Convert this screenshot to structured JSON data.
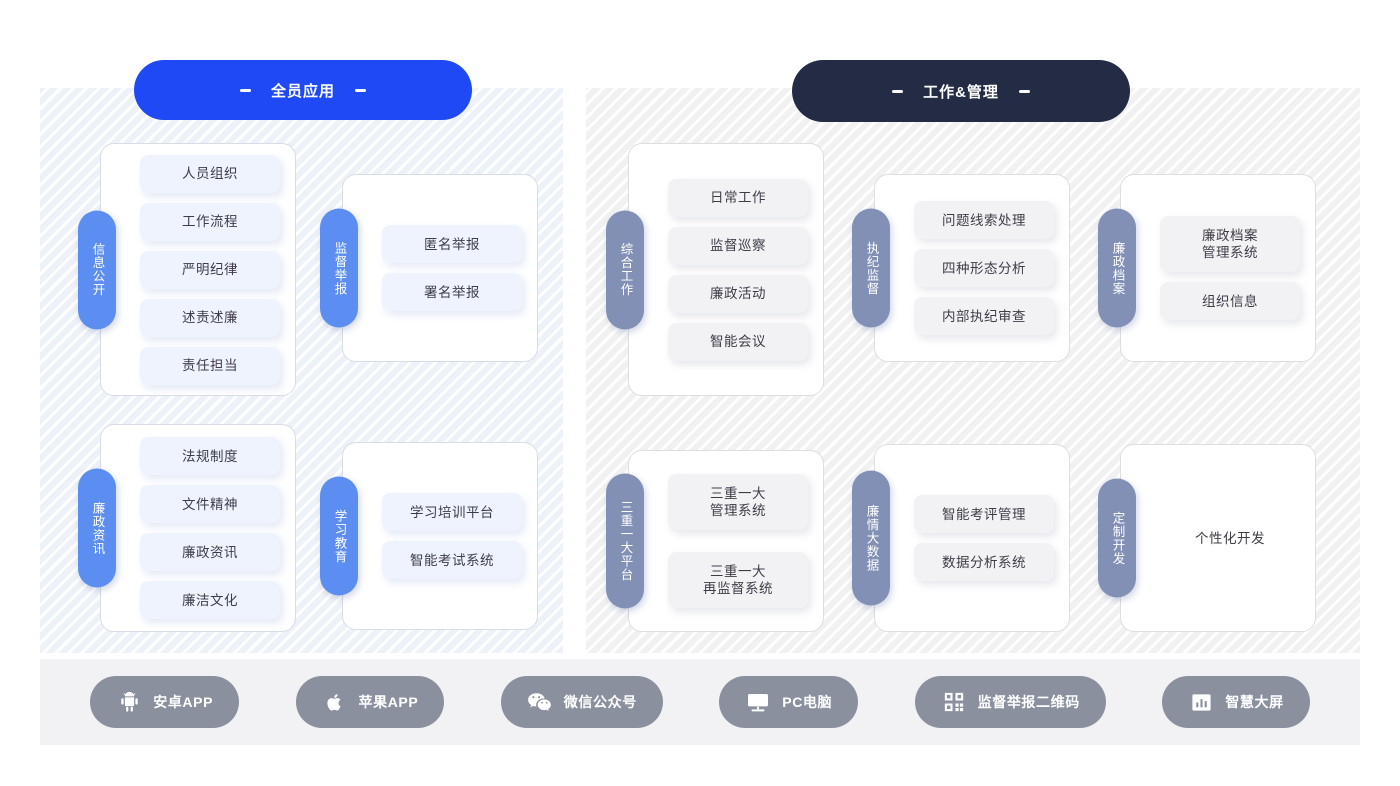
{
  "headers": {
    "left": {
      "label": "全员应用",
      "color": "#1f49f5"
    },
    "right": {
      "label": "工作&管理",
      "color": "#232c44"
    }
  },
  "panels": {
    "left": {
      "accent": "#5b8ef0",
      "groups": [
        {
          "tab": "信息公开",
          "items": [
            {
              "lines": [
                "人员组织"
              ]
            },
            {
              "lines": [
                "工作流程"
              ]
            },
            {
              "lines": [
                "严明纪律"
              ]
            },
            {
              "lines": [
                "述责述廉"
              ]
            },
            {
              "lines": [
                "责任担当"
              ]
            }
          ]
        },
        {
          "tab": "监督举报",
          "items": [
            {
              "lines": [
                "匿名举报"
              ]
            },
            {
              "lines": [
                "署名举报"
              ]
            }
          ]
        },
        {
          "tab": "廉政资讯",
          "items": [
            {
              "lines": [
                "法规制度"
              ]
            },
            {
              "lines": [
                "文件精神"
              ]
            },
            {
              "lines": [
                "廉政资讯"
              ]
            },
            {
              "lines": [
                "廉洁文化"
              ]
            }
          ]
        },
        {
          "tab": "学习教育",
          "items": [
            {
              "lines": [
                "学习培训平台"
              ]
            },
            {
              "lines": [
                "智能考试系统"
              ]
            }
          ]
        }
      ]
    },
    "right": {
      "accent": "#8390b6",
      "groups": [
        {
          "tab": "综合工作",
          "items": [
            {
              "lines": [
                "日常工作"
              ]
            },
            {
              "lines": [
                "监督巡察"
              ]
            },
            {
              "lines": [
                "廉政活动"
              ]
            },
            {
              "lines": [
                "智能会议"
              ]
            }
          ]
        },
        {
          "tab": "执纪监督",
          "items": [
            {
              "lines": [
                "问题线索处理"
              ]
            },
            {
              "lines": [
                "四种形态分析"
              ]
            },
            {
              "lines": [
                "内部执纪审查"
              ]
            }
          ]
        },
        {
          "tab": "廉政档案",
          "items": [
            {
              "lines": [
                "廉政档案",
                "管理系统"
              ]
            },
            {
              "lines": [
                "组织信息"
              ]
            }
          ]
        },
        {
          "tab": "三重一大平台",
          "items": [
            {
              "lines": [
                "三重一大",
                "管理系统"
              ]
            },
            {
              "lines": [
                "三重一大",
                "再监督系统"
              ]
            }
          ]
        },
        {
          "tab": "廉情大数据",
          "items": [
            {
              "lines": [
                "智能考评管理"
              ]
            },
            {
              "lines": [
                "数据分析系统"
              ]
            }
          ]
        },
        {
          "tab": "定制开发",
          "items": [
            {
              "lines": [
                "个性化开发"
              ]
            }
          ]
        }
      ]
    }
  },
  "platforms": [
    {
      "label": "安卓APP",
      "icon": "android-icon"
    },
    {
      "label": "苹果APP",
      "icon": "apple-icon"
    },
    {
      "label": "微信公众号",
      "icon": "wechat-icon"
    },
    {
      "label": "PC电脑",
      "icon": "monitor-icon"
    },
    {
      "label": "监督举报二维码",
      "icon": "qrcode-icon"
    },
    {
      "label": "智慧大屏",
      "icon": "bar-chart-screen-icon"
    }
  ]
}
